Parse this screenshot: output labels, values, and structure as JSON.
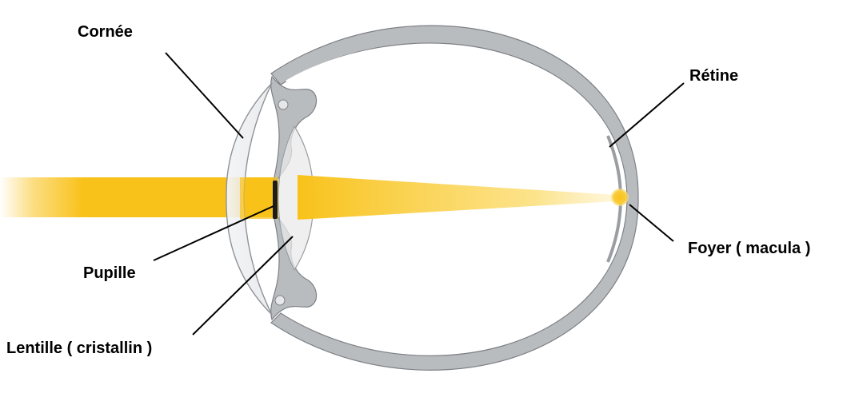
{
  "labels": {
    "cornea": "Cornée",
    "retina": "Rétine",
    "pupil": "Pupille",
    "focus": "Foyer ( macula )",
    "lens": "Lentille ( cristallin )"
  },
  "colors": {
    "light_beam": "#f9c21a",
    "eye_wall": "#b9bcbf",
    "eye_outline": "#7d8085",
    "focus_point": "#f7c21d",
    "leader_line": "#000000"
  }
}
